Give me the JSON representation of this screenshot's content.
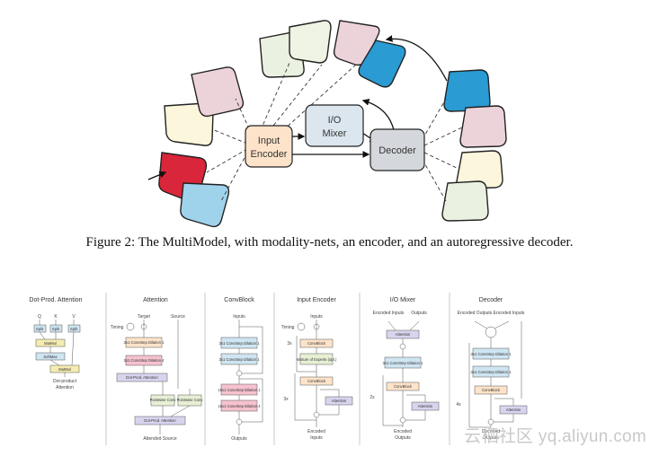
{
  "figure": {
    "nodes": {
      "input_encoder": [
        "Input",
        "Encoder"
      ],
      "io_mixer": [
        "I/O",
        "Mixer"
      ],
      "decoder": "Decoder"
    },
    "caption": "Figure 2: The MultiModel, with modality-nets, an encoder, and an autoregressive decoder.",
    "colors": {
      "input_encoder": "#fde3c9",
      "io_mixer": "#dbe6ee",
      "decoder": "#d4d7db",
      "modality_red": "#d9263a",
      "modality_blue": "#9fd3ec",
      "modality_cream": "#fbf6dc",
      "modality_pink": "#ecd3da",
      "modality_light": "#ebf1e0",
      "modality_teal": "#2a9bd3"
    }
  },
  "panels": [
    {
      "title": "Dot-Prod. Attention",
      "top": [
        "Q",
        "K",
        "V"
      ],
      "boxes": [
        "Split",
        "Split",
        "Split",
        "MatMul",
        "SoftMax",
        "MatMul"
      ],
      "footer": [
        "Dot-product",
        "Attention"
      ]
    },
    {
      "title": "Attention",
      "labels": [
        "Timing",
        "Target",
        "Source"
      ],
      "boxes": [
        "3x1 ConvStep Dilation 1",
        "3x1 ConvStep Dilation 4",
        "Dot-Prod. Attention",
        "Pointwise Conv",
        "Pointwise Conv",
        "Dot-Prod. Attention"
      ],
      "footer": "Attended Source"
    },
    {
      "title": "ConvBlock",
      "top": "Inputs",
      "boxes": [
        "3x1 ConvStep Dilation 1",
        "3x1 ConvStep Dilation 1",
        "15x1 ConvStep Dilation 1",
        "15x1 ConvStep Dilation 4"
      ],
      "footer": "Outputs"
    },
    {
      "title": "Input Encoder",
      "top": "Inputs",
      "labels": [
        "Timing",
        "3x",
        "3x"
      ],
      "boxes": [
        "ConvBlock",
        "Mixture of Experts (opt.)",
        "ConvBlock",
        "Attention"
      ],
      "footer": [
        "Encoded",
        "Inputs"
      ]
    },
    {
      "title": "I/O Mixer",
      "top": [
        "Encoded Inputs",
        "Outputs"
      ],
      "labels": [
        "2x"
      ],
      "boxes": [
        "Attention",
        "3x1 ConvStep Dilation 1",
        "ConvBlock",
        "Attention"
      ],
      "footer": [
        "Encoded",
        "Outputs"
      ]
    },
    {
      "title": "Decoder",
      "top": [
        "Encoded Outputs",
        "Encoded Inputs"
      ],
      "labels": [
        "4x"
      ],
      "boxes": [
        "3x1 ConvStep Dilation 1",
        "3x1 ConvStep Dilation 1",
        "ConvBlock",
        "Attention"
      ],
      "footer": [
        "Decoded",
        "Outputs"
      ]
    }
  ],
  "watermark": "云栖社区 yq.aliyun.com"
}
